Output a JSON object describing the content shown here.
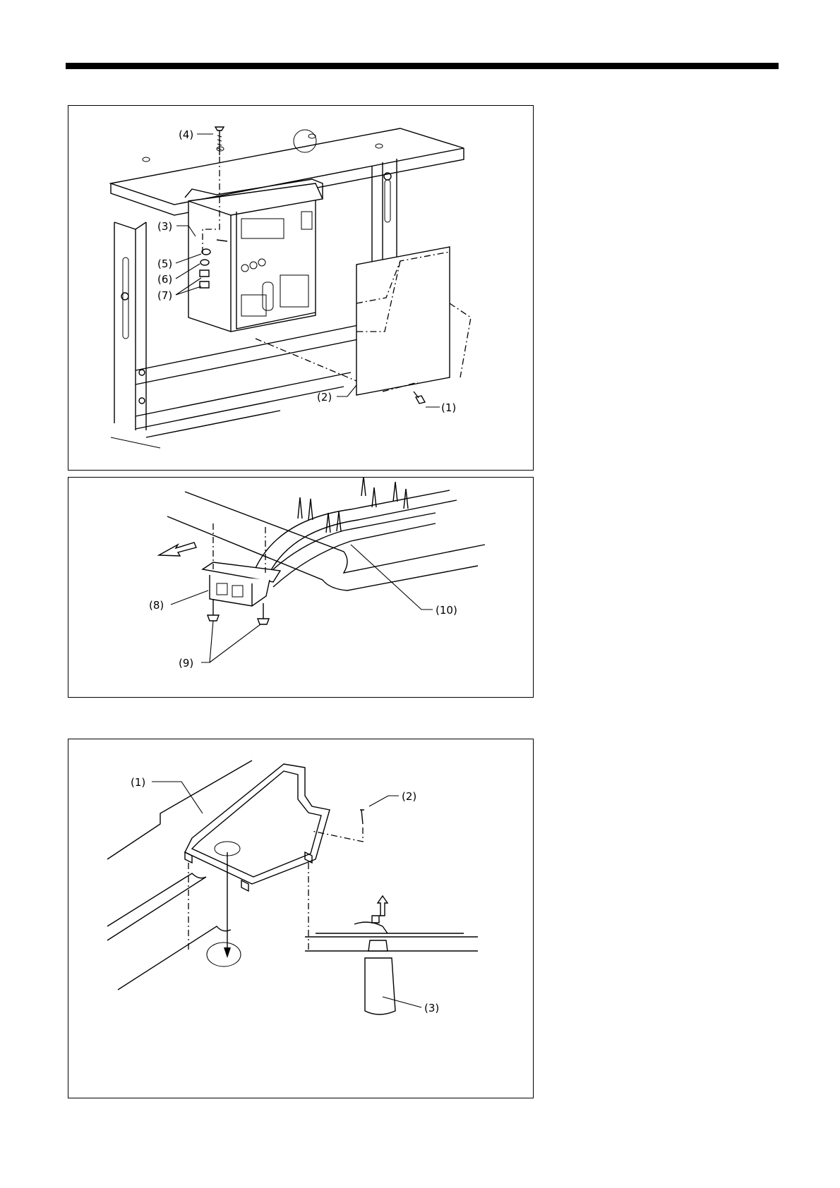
{
  "figure1": {
    "callouts": [
      "(1)",
      "(2)",
      "(3)",
      "(4)",
      "(5)",
      "(6)",
      "(7)"
    ]
  },
  "figure2": {
    "callouts": [
      "(8)",
      "(9)",
      "(10)"
    ]
  },
  "figure3": {
    "callouts": [
      "(1)",
      "(2)",
      "(3)"
    ]
  }
}
